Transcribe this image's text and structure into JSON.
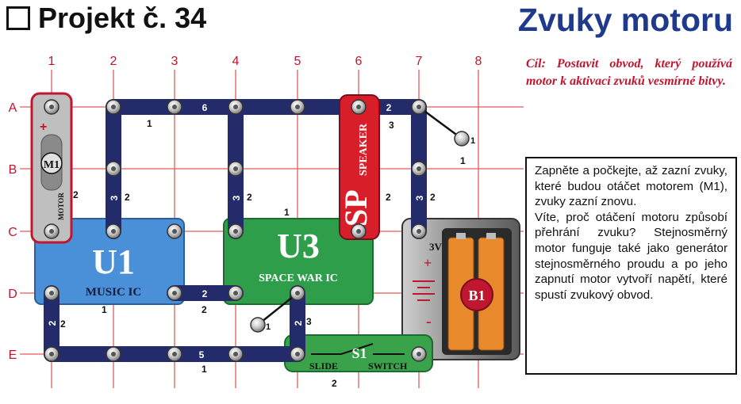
{
  "header": {
    "project_label": "Projekt č. 34",
    "title": "Zvuky motoru"
  },
  "goal": "Cíl: Postavit obvod, který používá motor k aktivaci zvuků vesmírné bitvy.",
  "description": [
    "Zapněte a počkejte, až zazní zvuky, které budou otáčet motorem (M1), zvuky zazní znovu.",
    "Víte, proč otáčení motoru způsobí přehrání zvuku? Stejnosměrný motor funguje také jako generátor stejnosměrného proudu a po jeho zapnutí motor vytvoří napětí, které spustí zvukový obvod."
  ],
  "grid": {
    "columns": [
      "1",
      "2",
      "3",
      "4",
      "5",
      "6",
      "7",
      "8"
    ],
    "rows": [
      "A",
      "B",
      "C",
      "D",
      "E"
    ]
  },
  "components": {
    "motor": {
      "symbol": "M1",
      "label": "MOTOR",
      "level": "2"
    },
    "speaker": {
      "symbol": "SP",
      "label": "SPEAKER",
      "level": "2"
    },
    "u1": {
      "symbol": "U1",
      "label": "MUSIC IC",
      "level": "1"
    },
    "u3": {
      "symbol": "U3",
      "label": "SPACE WAR IC",
      "level": "1"
    },
    "switch": {
      "symbol": "S1",
      "label_left": "SLIDE",
      "label_right": "SWITCH",
      "level": "2"
    },
    "battery": {
      "symbol": "B1",
      "voltage": "3V",
      "plus": "+",
      "minus": "-"
    }
  },
  "wire_labels": {
    "top_left_single": "1",
    "top_6wire": "6",
    "top_right_wire": "2",
    "top_right_level": "3",
    "jumper_7_b": "1",
    "col2_wire": "3",
    "col2_level": "2",
    "col4_wire": "3",
    "col4_level": "2",
    "col7_wire": "3",
    "col7_level": "2",
    "col6_level": "2",
    "u3_level": "1",
    "d_wire": "2",
    "d_level": "2",
    "d_jumper": "1",
    "d_vertical": "2",
    "d_vertical_level": "3",
    "e_wire": "5",
    "e_level": "1",
    "col1_de_wire": "2",
    "col1_de_level": "2",
    "e_switch_level": "2",
    "u1_level": "1"
  },
  "colors": {
    "title_blue": "#1f3a8a",
    "goal_red": "#c0162f",
    "grid_red": "#e35a5a",
    "wire_navy": "#232b6b",
    "u1_blue": "#4a90d9",
    "u3_green": "#2e9e4a",
    "speaker_red": "#d81e28",
    "switch_green": "#3aa24a",
    "battery_orange": "#e88a2c"
  }
}
